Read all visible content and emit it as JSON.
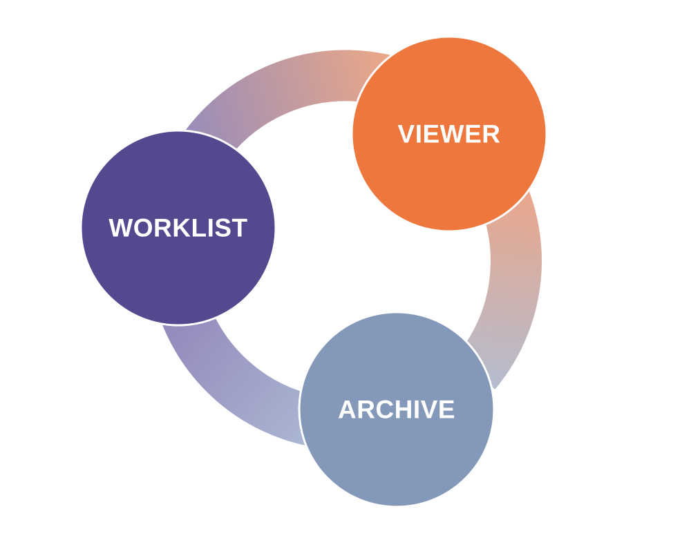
{
  "nodes": [
    {
      "id": "worklist",
      "label": "WORKLIST",
      "color": "#54498F"
    },
    {
      "id": "viewer",
      "label": "VIEWER",
      "color": "#EE773D"
    },
    {
      "id": "archive",
      "label": "ARCHIVE",
      "color": "#8499B9"
    }
  ],
  "ring": {
    "gradient_colors": {
      "worklist_to_viewer": [
        "#9A8DB8",
        "#E8A789"
      ],
      "viewer_to_archive": [
        "#EAA68A",
        "#B5BCCE"
      ],
      "archive_to_worklist": [
        "#A9B5D1",
        "#9489BC"
      ]
    }
  }
}
